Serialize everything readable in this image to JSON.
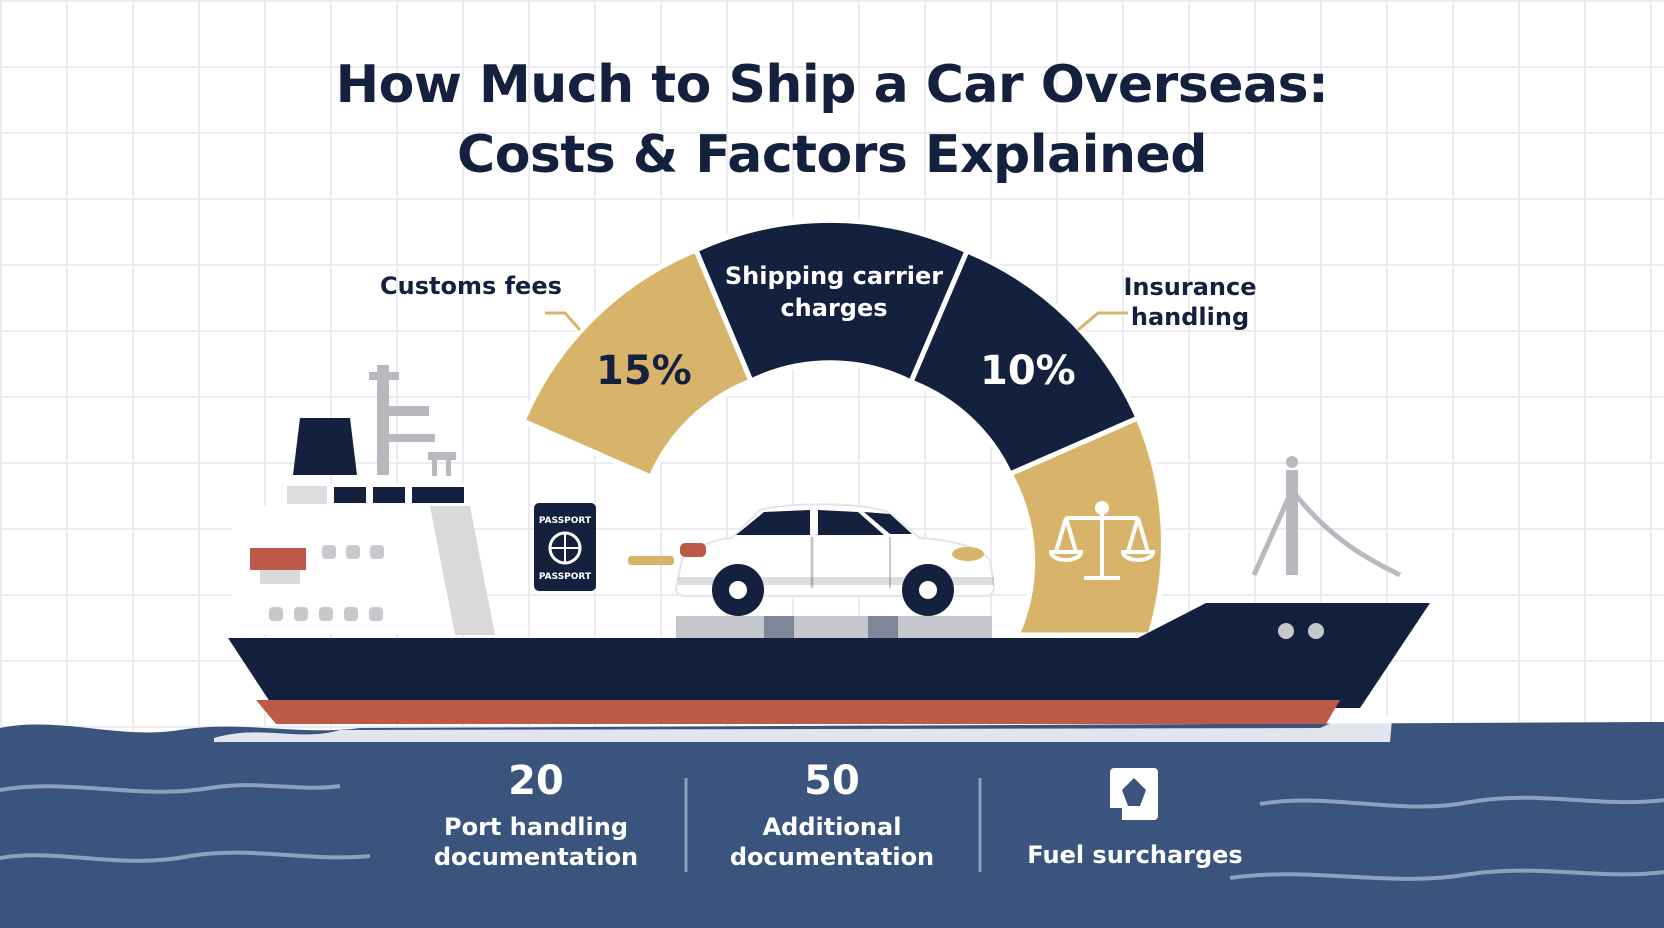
{
  "title": {
    "line1": "How Much to Ship a Car Overseas:",
    "line2": "Costs & Factors Explained"
  },
  "segments": {
    "customs": {
      "label": "Customs fees",
      "percent": "15%"
    },
    "carrier": {
      "label_line1": "Shipping carrier",
      "label_line2": "charges"
    },
    "insurance": {
      "label_line1": "Insurance",
      "label_line2": "handling",
      "percent": "10%"
    }
  },
  "passport": {
    "top_text": "PASSPORT",
    "bottom_text": "PASSPORT"
  },
  "stats": [
    {
      "value": "20",
      "label_line1": "Port handling",
      "label_line2": "documentation"
    },
    {
      "value": "50",
      "label_line1": "Additional",
      "label_line2": "documentation"
    },
    {
      "value": "",
      "label_line1": "Fuel surcharges",
      "label_line2": ""
    }
  ],
  "icons": [
    "passport-icon",
    "car-icon",
    "scales-icon",
    "fuel-icon"
  ],
  "colors": {
    "navy": "#13213f",
    "gold": "#d8b46a",
    "sea": "#3a547d",
    "hull_red": "#bd5a47"
  }
}
